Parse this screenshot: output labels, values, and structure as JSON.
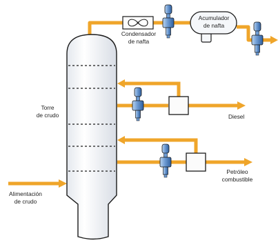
{
  "labels": {
    "tower_l1": "Torre",
    "tower_l2": "de crudo",
    "condenser_l1": "Condensador",
    "condenser_l2": "de nafta",
    "accumulator_l1": "Acumulador",
    "accumulator_l2": "de nafta",
    "diesel": "Diesel",
    "fuel_l1": "Petróleo",
    "fuel_l2": "combustible",
    "feed_l1": "Alimentación",
    "feed_l2": "de crudo"
  },
  "colors": {
    "pipe": "#efa52a",
    "outline": "#1a1a1a",
    "valve_body": "#4a7ec2",
    "valve_light": "#b9d3ef",
    "vessel_fill": "#f5f7fa",
    "box_fill": "#fbfbfb"
  },
  "icons": {
    "valve": "control-valve-icon",
    "condenser": "fan-condenser-icon",
    "heat_exchanger": "heat-exchanger-box-icon",
    "arrow": "flow-arrow-icon"
  }
}
